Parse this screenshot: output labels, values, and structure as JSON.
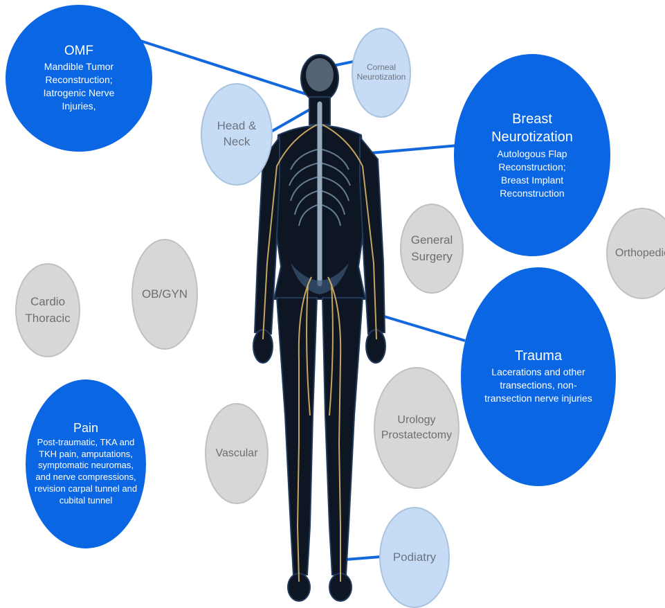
{
  "colors": {
    "primary_blue": "#0b66e4",
    "light_blue": "#c6dcf5",
    "gray": "#d7d7d7",
    "body_dark": "#0d1622",
    "nerve": "#d9b566",
    "connector": "#1468dd"
  },
  "figure": {
    "icon": "human-nervous-system"
  },
  "specialties": {
    "omf": {
      "title": "OMF",
      "detail": "Mandible Tumor Reconstruction; Iatrogenic Nerve Injuries,"
    },
    "corneal": {
      "title": "Corneal Neurotization"
    },
    "head_neck": {
      "title": "Head & Neck"
    },
    "breast": {
      "title": "Breast Neurotization",
      "detail": "Autologous Flap Reconstruction; Breast Implant Reconstruction"
    },
    "general_surgery": {
      "title": "General Surgery"
    },
    "orthopedic": {
      "title": "Orthopedic"
    },
    "cardio": {
      "title": "Cardio Thoracic"
    },
    "obgyn": {
      "title": "OB/GYN"
    },
    "trauma": {
      "title": "Trauma",
      "detail": "Lacerations and other transections, non-transection nerve injuries"
    },
    "pain": {
      "title": "Pain",
      "detail": "Post-traumatic,  TKA and TKH pain, amputations, symptomatic neuromas, and nerve compressions, revision carpal tunnel and cubital tunnel"
    },
    "vascular": {
      "title": "Vascular"
    },
    "urology": {
      "title": "Urology Prostatectomy"
    },
    "podiatry": {
      "title": "Podiatry"
    }
  }
}
